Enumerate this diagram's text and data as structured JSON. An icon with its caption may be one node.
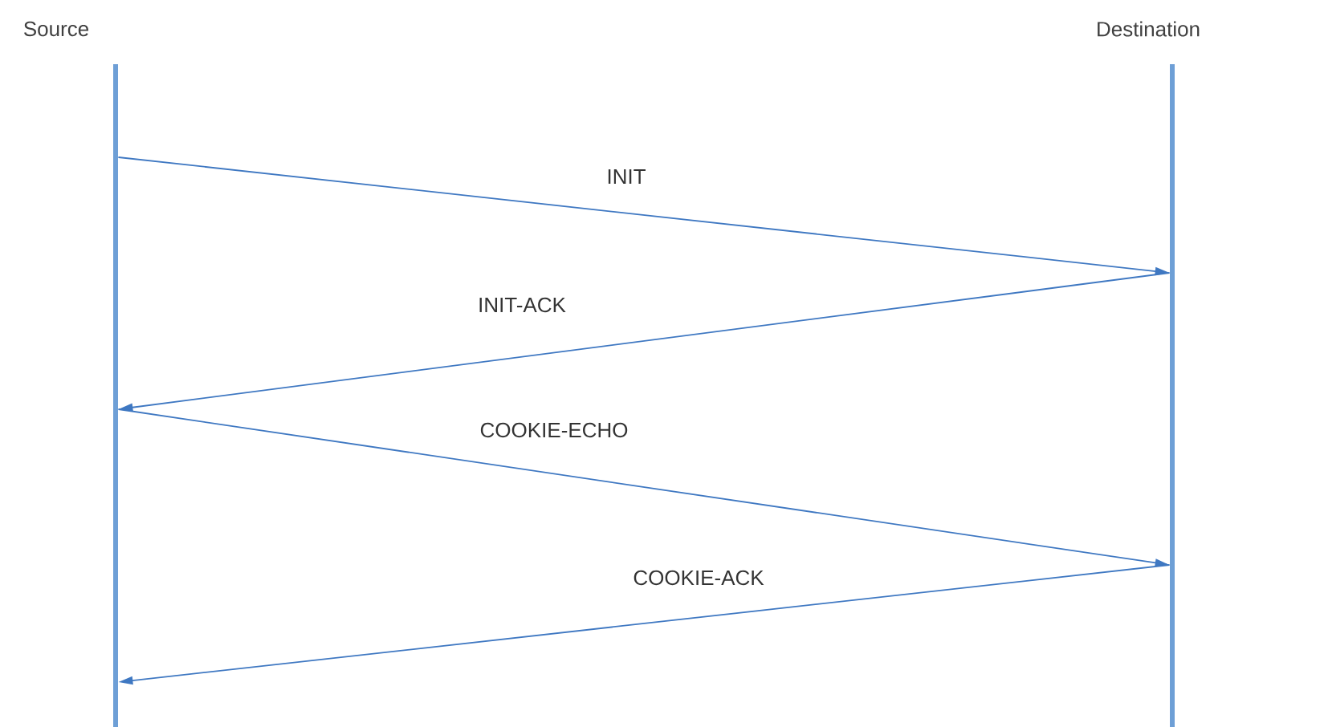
{
  "diagram": {
    "nodes": [
      {
        "text": [
          "Source"
        ]
      },
      {
        "text": [
          "Destination"
        ]
      }
    ],
    "edges": [
      {
        "from": 0,
        "to": 1,
        "arrow": "to",
        "label": "INIT"
      },
      {
        "from": 1,
        "to": 0,
        "arrow": "to",
        "label": "INIT-ACK"
      },
      {
        "from": 0,
        "to": 1,
        "arrow": "to",
        "label": "COOKIE-ECHO"
      },
      {
        "from": 1,
        "to": 0,
        "arrow": "to",
        "label": "COOKIE-ACK"
      }
    ]
  }
}
